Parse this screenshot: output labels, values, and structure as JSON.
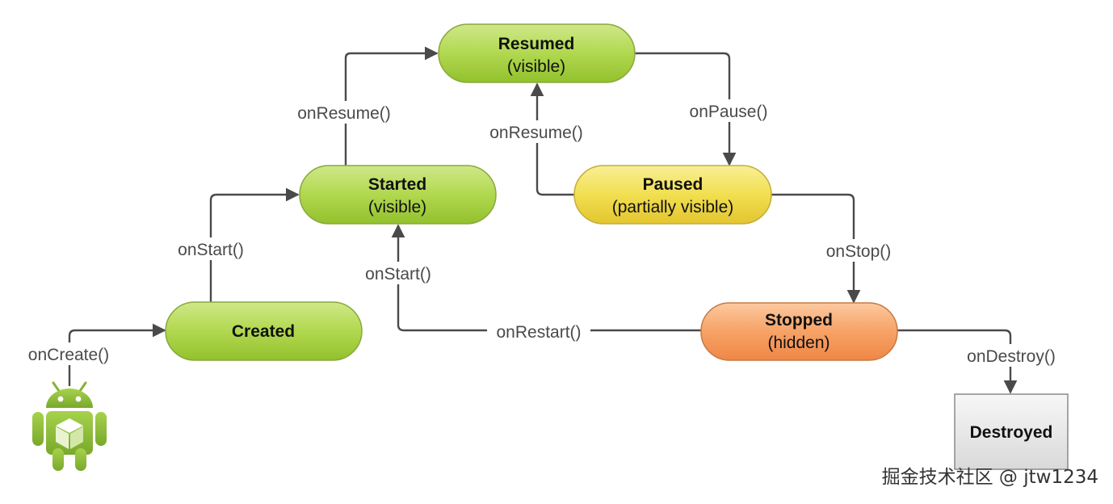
{
  "states": {
    "resumed": {
      "title": "Resumed",
      "subtitle": "(visible)"
    },
    "started": {
      "title": "Started",
      "subtitle": "(visible)"
    },
    "paused": {
      "title": "Paused",
      "subtitle": "(partially visible)"
    },
    "created": {
      "title": "Created"
    },
    "stopped": {
      "title": "Stopped",
      "subtitle": "(hidden)"
    },
    "destroyed": {
      "title": "Destroyed"
    }
  },
  "transitions": {
    "on_create": "onCreate()",
    "on_start": "onStart()",
    "on_resume": "onResume()",
    "on_pause": "onPause()",
    "on_resume_from_paused": "onResume()",
    "on_stop": "onStop()",
    "on_start_from_restart": "onStart()",
    "on_restart": "onRestart()",
    "on_destroy": "onDestroy()"
  },
  "colors": {
    "green_state": "#a9d244",
    "yellow_state": "#f0dc4c",
    "orange_state": "#f7a064",
    "grey_state": "#e4e4e4",
    "connector": "#4a4a4a",
    "android_green": "#8ebc36"
  },
  "icons": {
    "start_icon": "android-robot-icon"
  },
  "watermark": "掘金技术社区 @ jtw1234"
}
